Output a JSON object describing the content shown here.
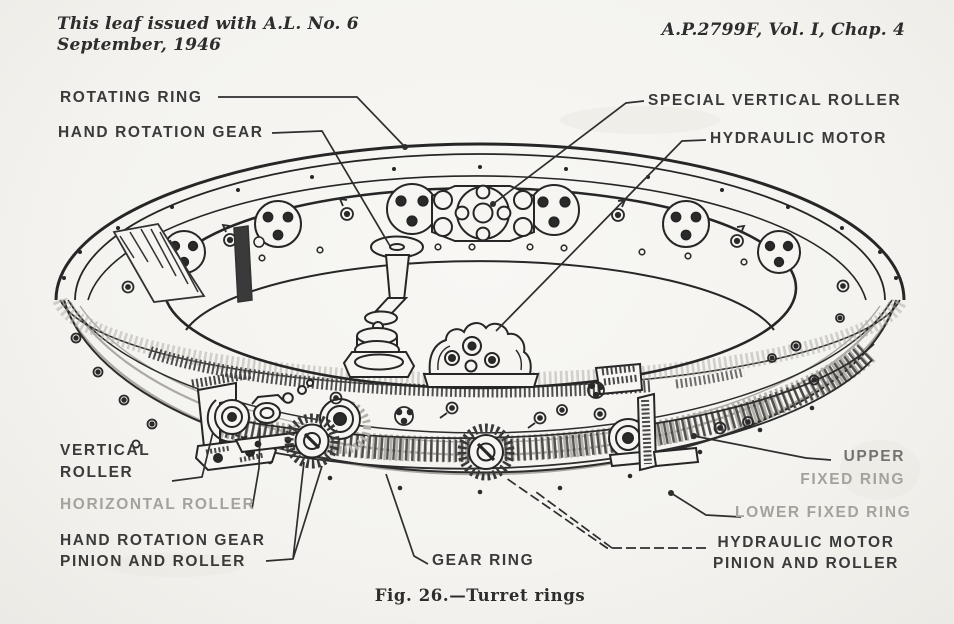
{
  "header": {
    "left_line1": "This leaf issued with A.L. No. 6",
    "left_line2": "September, 1946",
    "right": "A.P.2799F, Vol. I, Chap. 4"
  },
  "figure": {
    "caption": "Fig. 26.—Turret rings",
    "subject": "Turret rings cutaway drawing"
  },
  "labels": {
    "rotating_ring": "ROTATING RING",
    "hand_rotation_gear": "HAND ROTATION GEAR",
    "special_vertical_roller": "SPECIAL VERTICAL ROLLER",
    "hydraulic_motor": "HYDRAULIC MOTOR",
    "vertical_roller_line1": "VERTICAL",
    "vertical_roller_line2": "ROLLER",
    "horizontal_roller": "HORIZONTAL ROLLER",
    "hand_rotation_gear_pinion_line1": "HAND ROTATION GEAR",
    "hand_rotation_gear_pinion_line2": "PINION AND ROLLER",
    "gear_ring": "GEAR RING",
    "upper_fixed_ring_line1": "UPPER",
    "upper_fixed_ring_line2": "FIXED RING",
    "lower_fixed_ring": "LOWER FIXED RING",
    "hydraulic_motor_pinion_line1": "HYDRAULIC MOTOR",
    "hydraulic_motor_pinion_line2": "PINION AND ROLLER"
  },
  "colors": {
    "ink": "#2b2b2b",
    "faded_print": "#a6a39e",
    "paper": "#f6f5f1"
  }
}
